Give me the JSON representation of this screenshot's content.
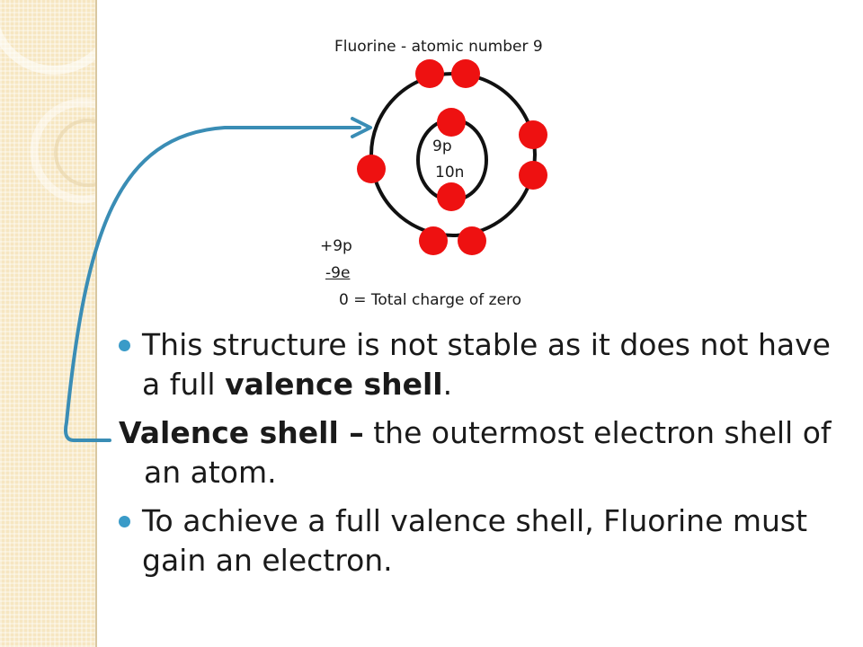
{
  "diagram": {
    "title": "Fluorine  - atomic number 9",
    "nucleus": {
      "protons": "9p",
      "neutrons": "10n"
    },
    "charge": {
      "protons": "+9p",
      "electrons": "-9e",
      "total": "0 = Total charge of zero"
    },
    "colors": {
      "electron": "#ee1111",
      "orbit": "#111111",
      "arrow": "#3a8db5",
      "bullet": "#3a9bc8"
    }
  },
  "bullets": {
    "b1": {
      "text_before": "This structure is not stable as it does not have a full ",
      "bold": "valence shell",
      "text_after": "."
    },
    "def": {
      "bold": "Valence shell –",
      "text": " the outermost electron shell of an atom."
    },
    "b2": {
      "text": "To achieve a full valence shell, Fluorine must gain an electron."
    }
  }
}
